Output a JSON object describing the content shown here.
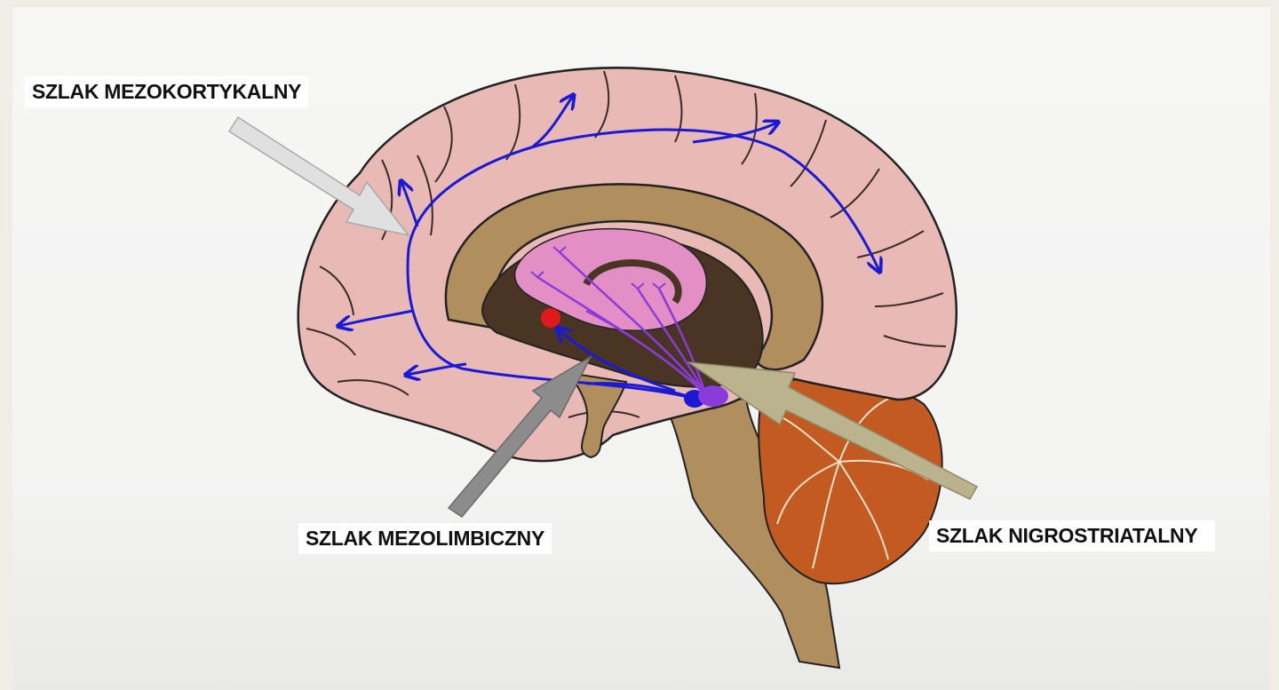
{
  "labels": {
    "mesocortical": "SZLAK MEZOKORTYKALNY",
    "mesolimbic": "SZLAK MEZOLIMBICZNY",
    "nigrostriatal": "SZLAK NIGROSTRIATALNY"
  },
  "colors": {
    "pathway_blue": "#1a1ad6",
    "pathway_purple": "#8a3bd9",
    "cortex": "#e9b9b5",
    "corpus_callosum": "#b08e5e",
    "brainstem": "#b08e5e",
    "thalamus": "#e38fc6",
    "ventricle": "#4a3524",
    "cerebellum": "#c25a22",
    "nucleus_accumbens": "#e01a1a",
    "arrow_mesocortical": "#e0e0e0",
    "arrow_mesolimbic": "#8c8c8c",
    "arrow_nigrostriatal": "#bbb38d"
  }
}
